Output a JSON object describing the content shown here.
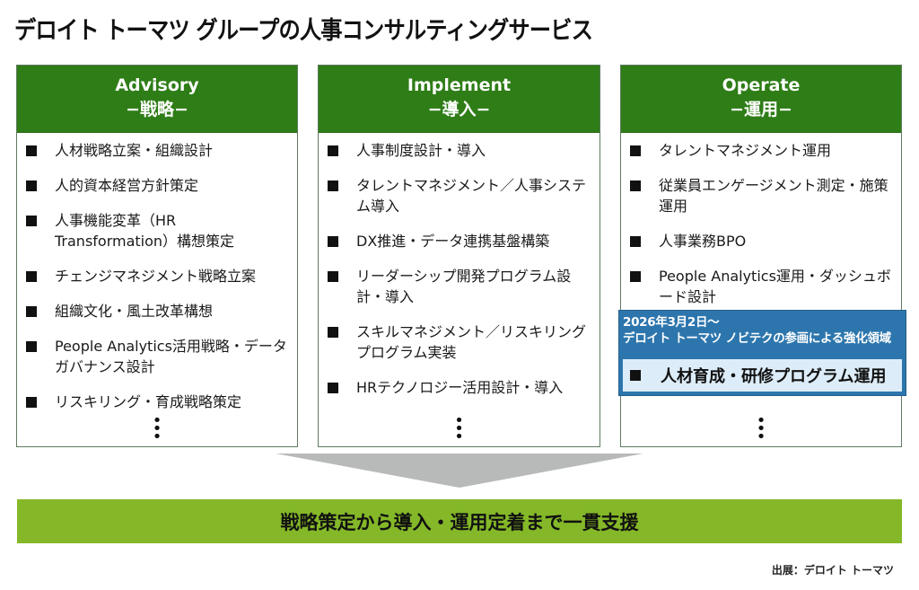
{
  "title": "デロイト トーマツ グループの人事コンサルティングサービス",
  "columns": [
    {
      "heading_en": "Advisory",
      "heading_jp": "−戦略−",
      "items": [
        "人材戦略立案・組織設計",
        "人的資本経営方針策定",
        "人事機能変革（HR Transformation）構想策定",
        "チェンジマネジメント戦略立案",
        "組織文化・風土改革構想",
        "People Analytics活用戦略・データガバナンス設計",
        "リスキリング・育成戦略策定"
      ],
      "more": "⋮"
    },
    {
      "heading_en": "Implement",
      "heading_jp": "−導入−",
      "items": [
        "人事制度設計・導入",
        "タレントマネジメント／人事システム導入",
        "DX推進・データ連携基盤構築",
        "リーダーシップ開発プログラム設計・導入",
        "スキルマネジメント／リスキリングプログラム実装",
        "HRテクノロジー活用設計・導入"
      ],
      "more": "⋮"
    },
    {
      "heading_en": "Operate",
      "heading_jp": "−運用−",
      "items": [
        "タレントマネジメント運用",
        "従業員エンゲージメント測定・施策運用",
        "人事業務BPO",
        "People Analytics運用・ダッシュボード設計"
      ],
      "highlight": {
        "note_line1": "2026年3月2日～",
        "note_line2": "デロイト トーマツ ノビテクの参画による強化領域",
        "item": "人材育成・研修プログラム運用"
      },
      "more": "⋮"
    }
  ],
  "banner": "戦略策定から導入・運用定着まで一貫支援",
  "source": "出展：デロイト トーマツ",
  "colors": {
    "header_green": "#2e7d17",
    "banner_green": "#84b828",
    "highlight_blue": "#2d76ad",
    "highlight_light": "#dcecf8",
    "arrow_gray": "#b8b9b9"
  }
}
